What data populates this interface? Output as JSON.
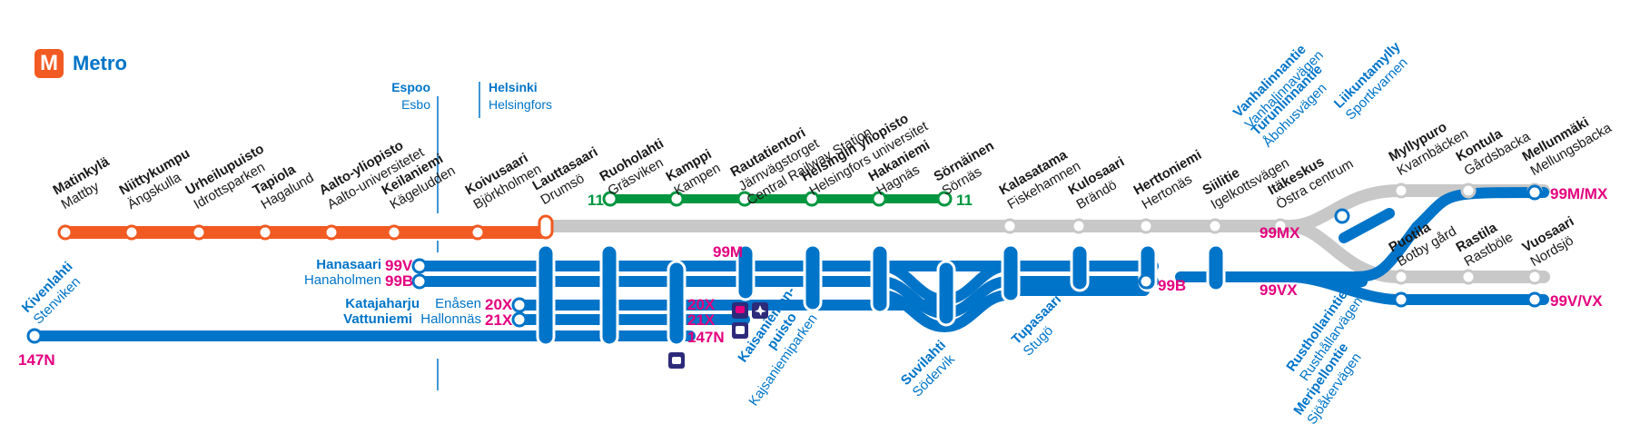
{
  "header": {
    "logo_letter": "M",
    "title": "Metro"
  },
  "colors": {
    "orange": "#f15a22",
    "blue": "#0074c8",
    "grey": "#c8c8c8",
    "green": "#009640",
    "magenta": "#e4007e",
    "navy": "#2d2a7a"
  },
  "border": {
    "west_city": "Espoo",
    "west_city_sv": "Esbo",
    "east_city": "Helsinki",
    "east_city_sv": "Helsingfors"
  },
  "stations": {
    "matinkyla": {
      "fi": "Matinkylä",
      "sv": "Mattby"
    },
    "niittykumpu": {
      "fi": "Niittykumpu",
      "sv": "Ängskulla"
    },
    "urheilupuisto": {
      "fi": "Urheilupuisto",
      "sv": "Idrottsparken"
    },
    "tapiola": {
      "fi": "Tapiola",
      "sv": "Hagalund"
    },
    "aalto": {
      "fi": "Aalto-yliopisto",
      "sv": "Aalto-universitetet"
    },
    "keilaniemi": {
      "fi": "Keilaniemi",
      "sv": "Kägeludden"
    },
    "koivusaari": {
      "fi": "Koivusaari",
      "sv": "Björkholmen"
    },
    "lauttasaari": {
      "fi": "Lauttasaari",
      "sv": "Drumsö"
    },
    "ruoholahti": {
      "fi": "Ruoholahti",
      "sv": "Gräsviken"
    },
    "kamppi": {
      "fi": "Kamppi",
      "sv": "Kampen"
    },
    "rautatientori": {
      "fi": "Rautatientori",
      "sv": "Järnvägstorget",
      "en": "Central Railway Station"
    },
    "helsingin_yliopisto": {
      "fi": "Helsingin yliopisto",
      "sv": "Helsingfors universitet"
    },
    "hakaniemi": {
      "fi": "Hakaniemi",
      "sv": "Hagnäs"
    },
    "sornainen": {
      "fi": "Sörnäinen",
      "sv": "Sörnäs"
    },
    "kalasatama": {
      "fi": "Kalasatama",
      "sv": "Fiskehamnen"
    },
    "kulosaari": {
      "fi": "Kulosaari",
      "sv": "Brändö"
    },
    "herttoniemi": {
      "fi": "Herttoniemi",
      "sv": "Hertonäs"
    },
    "siilitie": {
      "fi": "Siilitie",
      "sv": "Igelkottsvägen"
    },
    "itakeskus": {
      "fi": "Itäkeskus",
      "sv": "Östra centrum"
    },
    "myllypuro": {
      "fi": "Myllypuro",
      "sv": "Kvarnbäcken"
    },
    "kontula": {
      "fi": "Kontula",
      "sv": "Gårdsbacka"
    },
    "mellunmaki": {
      "fi": "Mellunmäki",
      "sv": "Mellungsbacka"
    },
    "puotila": {
      "fi": "Puotila",
      "sv": "Botby gård"
    },
    "rastila": {
      "fi": "Rastila",
      "sv": "Rastböle"
    },
    "vuosaari": {
      "fi": "Vuosaari",
      "sv": "Nordsjö"
    },
    "vanhalinnantie": {
      "fi": "Vanhalinnantie",
      "sv": "Vanhalinnavägen"
    },
    "turunlinnantie": {
      "fi": "Turunlinnantie",
      "sv": "Åbohusvägen"
    },
    "liikuntamylly": {
      "fi": "Liikuntamylly",
      "sv": "Sportkvarnen"
    },
    "kivenlahti": {
      "fi": "Kivenlahti",
      "sv": "Stenviken"
    },
    "hanasaari": {
      "fi": "Hanasaari",
      "sv": "Hanaholmen"
    },
    "katajaharju": {
      "fi": "Katajaharju",
      "sv": "Enåsen"
    },
    "vattuniemi": {
      "fi": "Vattuniemi",
      "sv": "Hallonnäs"
    },
    "kaisaniemenpuisto": {
      "fi1": "Kaisaniemen-",
      "fi2": "puisto",
      "sv": "Kajsaniemiparken"
    },
    "suvilahti": {
      "fi": "Suvilahti",
      "sv": "Södervik"
    },
    "tupasaari": {
      "fi": "Tupasaari",
      "sv": "Stugö"
    },
    "rusthollarintie": {
      "fi": "Rusthollarintie",
      "sv": "Rusthållarvägen"
    },
    "meripellontie": {
      "fi": "Meripellontie",
      "sv": "Sjöåkervägen"
    }
  },
  "routes": {
    "r11_left": "11",
    "r11_right": "11",
    "r99v": "99V",
    "r99b_left": "99B",
    "r20x_left": "20X",
    "r21x_left": "21X",
    "r20x_right": "20X",
    "r21x_right": "21X",
    "r147n_right": "147N",
    "r147n_left": "147N",
    "r99m_center": "99M",
    "r99b_right": "99B",
    "r99mx": "99MX",
    "r99vx": "99VX",
    "r99m_mx_end": "99M/MX",
    "r99v_vx_end": "99V/VX"
  }
}
